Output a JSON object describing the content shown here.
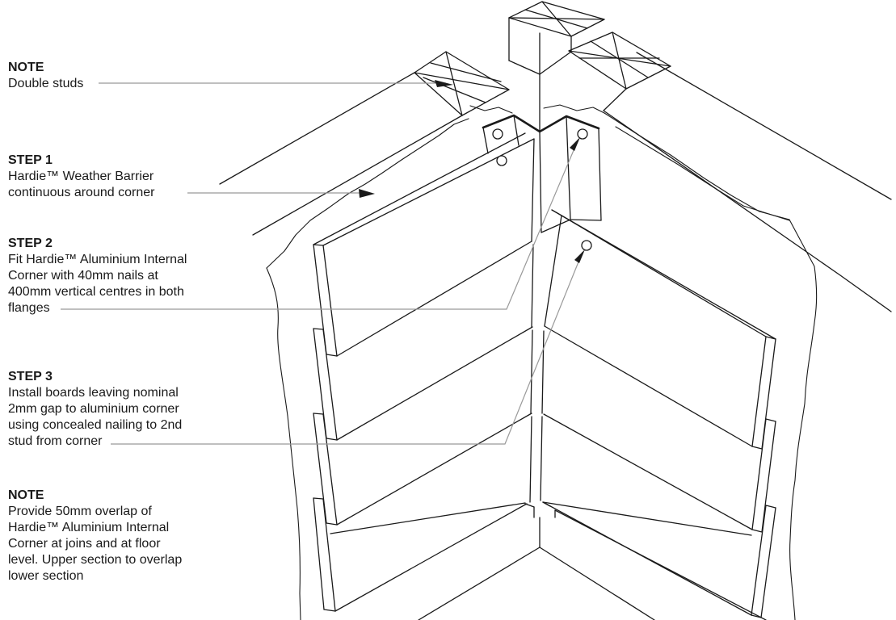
{
  "diagram": {
    "kind": "isometric construction detail drawing",
    "subject": "Internal corner cladding installation detail",
    "colors": {
      "line": "#1a1a1a",
      "leader": "#999999",
      "background": "#ffffff"
    },
    "annotations": [
      {
        "title": "NOTE",
        "lines": [
          "Double studs"
        ]
      },
      {
        "title": "STEP 1",
        "lines": [
          "Hardie™ Weather Barrier",
          "continuous around corner"
        ]
      },
      {
        "title": "STEP 2",
        "lines": [
          "Fit Hardie™ Aluminium Internal",
          "Corner with 40mm nails at",
          "400mm vertical centres in both",
          "flanges"
        ]
      },
      {
        "title": "STEP 3",
        "lines": [
          "Install boards leaving nominal",
          "2mm gap to aluminium corner",
          "using concealed nailing to 2nd",
          "stud from corner"
        ]
      },
      {
        "title": "NOTE",
        "lines": [
          "Provide 50mm overlap of",
          "Hardie™ Aluminium Internal",
          "Corner at joins and at floor",
          "level. Upper section to overlap",
          "lower section"
        ]
      }
    ]
  }
}
